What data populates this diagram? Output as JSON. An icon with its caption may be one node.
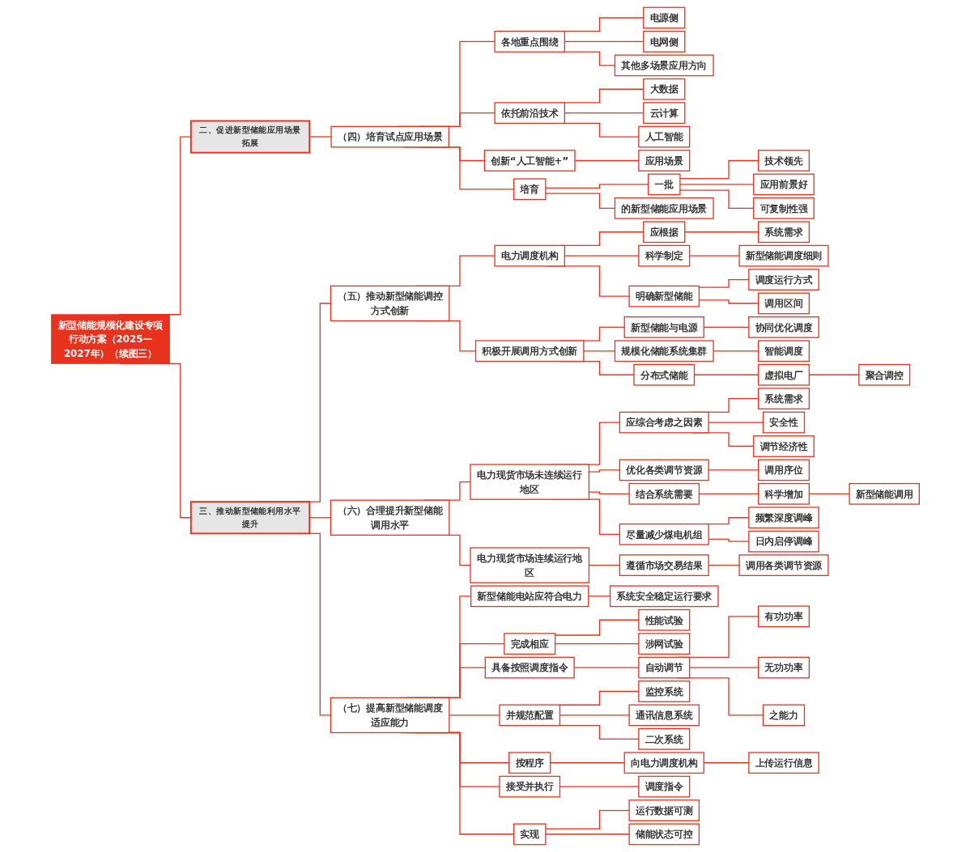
{
  "diagram": {
    "nodes": [
      {
        "text": [
          "新型储能规模化建设专项行动方案（2025—2027年）（续图三）"
        ]
      },
      {
        "text": [
          "二、促进新型储能应用场景拓展"
        ]
      },
      {
        "text": [
          "（四）培育试点应用场景"
        ]
      },
      {
        "text": [
          "各地重点围绕"
        ]
      },
      {
        "text": [
          "电源侧"
        ]
      },
      {
        "text": [
          "电网侧"
        ]
      },
      {
        "text": [
          "其他多场景应用方向"
        ]
      },
      {
        "text": [
          "依托前沿技术"
        ]
      },
      {
        "text": [
          "大数据"
        ]
      },
      {
        "text": [
          "云计算"
        ]
      },
      {
        "text": [
          "人工智能"
        ]
      },
      {
        "text": [
          "创新“人工智能+”"
        ]
      },
      {
        "text": [
          "应用场景"
        ]
      },
      {
        "text": [
          "培育"
        ]
      },
      {
        "text": [
          "一批"
        ]
      },
      {
        "text": [
          "技术领先"
        ]
      },
      {
        "text": [
          "应用前景好"
        ]
      },
      {
        "text": [
          "可复制性强"
        ]
      },
      {
        "text": [
          "的新型储能应用场景"
        ]
      },
      {
        "text": [
          "三、推动新型储能利用水平提升"
        ]
      },
      {
        "text": [
          "（五）推动新型储能调控方式创新"
        ]
      },
      {
        "text": [
          "电力调度机构"
        ]
      },
      {
        "text": [
          "应根据"
        ]
      },
      {
        "text": [
          "系统需求"
        ]
      },
      {
        "text": [
          "科学制定"
        ]
      },
      {
        "text": [
          "新型储能调度细则"
        ]
      },
      {
        "text": [
          "明确新型储能"
        ]
      },
      {
        "text": [
          "调度运行方式"
        ]
      },
      {
        "text": [
          "调用区间"
        ]
      },
      {
        "text": [
          "积极开展调用方式创新"
        ]
      },
      {
        "text": [
          "新型储能与电源"
        ]
      },
      {
        "text": [
          "协同优化调度"
        ]
      },
      {
        "text": [
          "规模化储能系统集群"
        ]
      },
      {
        "text": [
          "智能调度"
        ]
      },
      {
        "text": [
          "分布式储能"
        ]
      },
      {
        "text": [
          "虚拟电厂"
        ]
      },
      {
        "text": [
          "聚合调控"
        ]
      },
      {
        "text": [
          "（六）合理提升新型储能调用水平"
        ]
      },
      {
        "text": [
          "电力现货市场未连续运行地区"
        ]
      },
      {
        "text": [
          "应综合考虑之因素"
        ]
      },
      {
        "text": [
          "系统需求"
        ]
      },
      {
        "text": [
          "安全性"
        ]
      },
      {
        "text": [
          "调节经济性"
        ]
      },
      {
        "text": [
          "优化各类调节资源"
        ]
      },
      {
        "text": [
          "调用序位"
        ]
      },
      {
        "text": [
          "结合系统需要"
        ]
      },
      {
        "text": [
          "科学增加"
        ]
      },
      {
        "text": [
          "新型储能调用"
        ]
      },
      {
        "text": [
          "尽量减少煤电机组"
        ]
      },
      {
        "text": [
          "频繁深度调峰"
        ]
      },
      {
        "text": [
          "日内启停调峰"
        ]
      },
      {
        "text": [
          "电力现货市场连续运行地区"
        ]
      },
      {
        "text": [
          "遵循市场交易结果"
        ]
      },
      {
        "text": [
          "调用各类调节资源"
        ]
      },
      {
        "text": [
          "（七）提高新型储能调度适应能力"
        ]
      },
      {
        "text": [
          "新型储能电站应符合电力"
        ]
      },
      {
        "text": [
          "系统安全稳定运行要求"
        ]
      },
      {
        "text": [
          "完成相应"
        ]
      },
      {
        "text": [
          "性能试验"
        ]
      },
      {
        "text": [
          "涉网试验"
        ]
      },
      {
        "text": [
          "具备按照调度指令"
        ]
      },
      {
        "text": [
          "自动调节"
        ]
      },
      {
        "text": [
          "有功功率"
        ]
      },
      {
        "text": [
          "无功功率"
        ]
      },
      {
        "text": [
          "之能力"
        ]
      },
      {
        "text": [
          "并规范配置"
        ]
      },
      {
        "text": [
          "监控系统"
        ]
      },
      {
        "text": [
          "通讯信息系统"
        ]
      },
      {
        "text": [
          "二次系统"
        ]
      },
      {
        "text": [
          "按程序"
        ]
      },
      {
        "text": [
          "向电力调度机构"
        ]
      },
      {
        "text": [
          "上传运行信息"
        ]
      },
      {
        "text": [
          "接受并执行"
        ]
      },
      {
        "text": [
          "调度指令"
        ]
      },
      {
        "text": [
          "实现"
        ]
      },
      {
        "text": [
          "运行数据可测"
        ]
      },
      {
        "text": [
          "储能状态可控"
        ]
      }
    ],
    "edges": [
      {
        "from": 0,
        "to": 1,
        "arrow": "none"
      },
      {
        "from": 1,
        "to": 2,
        "arrow": "none"
      },
      {
        "from": 2,
        "to": 3,
        "arrow": "none"
      },
      {
        "from": 3,
        "to": 4,
        "arrow": "none"
      },
      {
        "from": 3,
        "to": 5,
        "arrow": "none"
      },
      {
        "from": 3,
        "to": 6,
        "arrow": "none"
      },
      {
        "from": 2,
        "to": 7,
        "arrow": "none"
      },
      {
        "from": 7,
        "to": 8,
        "arrow": "none"
      },
      {
        "from": 7,
        "to": 9,
        "arrow": "none"
      },
      {
        "from": 7,
        "to": 10,
        "arrow": "none"
      },
      {
        "from": 2,
        "to": 11,
        "arrow": "none"
      },
      {
        "from": 11,
        "to": 12,
        "arrow": "none"
      },
      {
        "from": 2,
        "to": 13,
        "arrow": "none"
      },
      {
        "from": 13,
        "to": 14,
        "arrow": "none"
      },
      {
        "from": 14,
        "to": 15,
        "arrow": "none"
      },
      {
        "from": 14,
        "to": 16,
        "arrow": "none"
      },
      {
        "from": 14,
        "to": 17,
        "arrow": "none"
      },
      {
        "from": 13,
        "to": 18,
        "arrow": "none"
      },
      {
        "from": 0,
        "to": 19,
        "arrow": "none"
      },
      {
        "from": 19,
        "to": 20,
        "arrow": "none"
      },
      {
        "from": 20,
        "to": 21,
        "arrow": "none"
      },
      {
        "from": 21,
        "to": 22,
        "arrow": "none"
      },
      {
        "from": 22,
        "to": 23,
        "arrow": "none"
      },
      {
        "from": 21,
        "to": 24,
        "arrow": "none"
      },
      {
        "from": 24,
        "to": 25,
        "arrow": "none"
      },
      {
        "from": 21,
        "to": 26,
        "arrow": "none"
      },
      {
        "from": 26,
        "to": 27,
        "arrow": "none"
      },
      {
        "from": 26,
        "to": 28,
        "arrow": "none"
      },
      {
        "from": 20,
        "to": 29,
        "arrow": "none"
      },
      {
        "from": 29,
        "to": 30,
        "arrow": "none"
      },
      {
        "from": 30,
        "to": 31,
        "arrow": "none"
      },
      {
        "from": 29,
        "to": 32,
        "arrow": "none"
      },
      {
        "from": 32,
        "to": 33,
        "arrow": "none"
      },
      {
        "from": 29,
        "to": 34,
        "arrow": "none"
      },
      {
        "from": 34,
        "to": 35,
        "arrow": "none"
      },
      {
        "from": 35,
        "to": 36,
        "arrow": "none"
      },
      {
        "from": 19,
        "to": 37,
        "arrow": "none"
      },
      {
        "from": 37,
        "to": 38,
        "arrow": "none"
      },
      {
        "from": 38,
        "to": 39,
        "arrow": "none"
      },
      {
        "from": 39,
        "to": 40,
        "arrow": "none"
      },
      {
        "from": 39,
        "to": 41,
        "arrow": "none"
      },
      {
        "from": 39,
        "to": 42,
        "arrow": "none"
      },
      {
        "from": 38,
        "to": 43,
        "arrow": "none"
      },
      {
        "from": 43,
        "to": 44,
        "arrow": "none"
      },
      {
        "from": 38,
        "to": 45,
        "arrow": "none"
      },
      {
        "from": 45,
        "to": 46,
        "arrow": "none"
      },
      {
        "from": 46,
        "to": 47,
        "arrow": "none"
      },
      {
        "from": 38,
        "to": 48,
        "arrow": "none"
      },
      {
        "from": 48,
        "to": 49,
        "arrow": "none"
      },
      {
        "from": 48,
        "to": 50,
        "arrow": "none"
      },
      {
        "from": 37,
        "to": 51,
        "arrow": "none"
      },
      {
        "from": 51,
        "to": 52,
        "arrow": "none"
      },
      {
        "from": 52,
        "to": 53,
        "arrow": "none"
      },
      {
        "from": 19,
        "to": 54,
        "arrow": "none"
      },
      {
        "from": 54,
        "to": 55,
        "arrow": "none"
      },
      {
        "from": 55,
        "to": 56,
        "arrow": "none"
      },
      {
        "from": 54,
        "to": 57,
        "arrow": "none"
      },
      {
        "from": 57,
        "to": 58,
        "arrow": "none"
      },
      {
        "from": 57,
        "to": 59,
        "arrow": "none"
      },
      {
        "from": 54,
        "to": 60,
        "arrow": "none"
      },
      {
        "from": 60,
        "to": 61,
        "arrow": "none"
      },
      {
        "from": 61,
        "to": 62,
        "arrow": "none"
      },
      {
        "from": 61,
        "to": 63,
        "arrow": "none"
      },
      {
        "from": 61,
        "to": 64,
        "arrow": "none"
      },
      {
        "from": 54,
        "to": 65,
        "arrow": "none"
      },
      {
        "from": 65,
        "to": 66,
        "arrow": "none"
      },
      {
        "from": 65,
        "to": 67,
        "arrow": "none"
      },
      {
        "from": 65,
        "to": 68,
        "arrow": "none"
      },
      {
        "from": 54,
        "to": 69,
        "arrow": "none"
      },
      {
        "from": 69,
        "to": 70,
        "arrow": "none"
      },
      {
        "from": 70,
        "to": 71,
        "arrow": "none"
      },
      {
        "from": 54,
        "to": 72,
        "arrow": "none"
      },
      {
        "from": 72,
        "to": 73,
        "arrow": "none"
      },
      {
        "from": 54,
        "to": 74,
        "arrow": "none"
      },
      {
        "from": 74,
        "to": 75,
        "arrow": "none"
      },
      {
        "from": 74,
        "to": 76,
        "arrow": "none"
      }
    ]
  }
}
